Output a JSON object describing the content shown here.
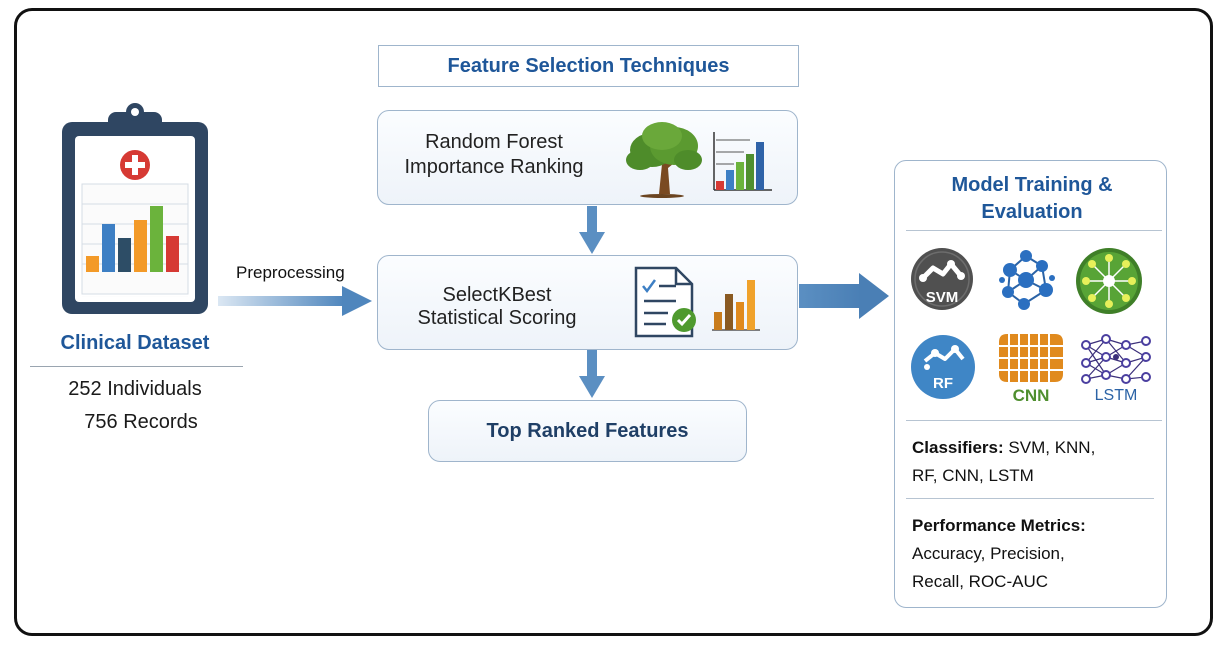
{
  "title": "Feature Selection Techniques",
  "dataset": {
    "title": "Clinical Dataset",
    "line1": "252 Individuals",
    "line2": "756 Records"
  },
  "arrow_label": "Preprocessing",
  "techniques": [
    {
      "line1": "Random Forest",
      "line2": "Importance Ranking"
    },
    {
      "line1": "SelectKBest",
      "line2": "Statistical Scoring"
    }
  ],
  "output": "Top Ranked Features",
  "training": {
    "title_line1": "Model Training &",
    "title_line2": "Evaluation",
    "models": [
      "SVM",
      "RF",
      "CNN",
      "LSTM"
    ],
    "classifiers_label": "Classifiers:",
    "classifiers_line1": "SVM, KNN,",
    "classifiers_line2": "RF, CNN, LSTM",
    "metrics_label": "Performance Metrics:",
    "metrics_line1": "Accuracy, Precision,",
    "metrics_line2": "Recall, ROC-AUC"
  },
  "colors": {
    "accent_blue": "#1f5799",
    "arrow_blue": "#5b8fc2",
    "box_border": "#9fb5cc",
    "green": "#4f8f2f",
    "orange": "#e08a1e",
    "red": "#d63a34"
  },
  "icons": [
    "clipboard-icon",
    "medical-cross-icon",
    "tree-icon",
    "bar-chart-icon",
    "checklist-document-icon",
    "svm-icon",
    "knn-network-icon",
    "neural-net-icon",
    "rf-icon",
    "cnn-grid-icon",
    "lstm-network-icon"
  ]
}
